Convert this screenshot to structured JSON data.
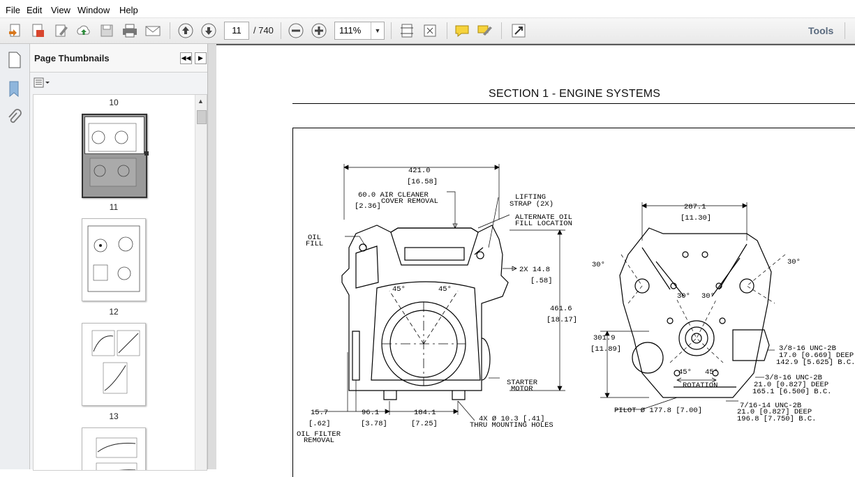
{
  "menu": [
    "File",
    "Edit",
    "View",
    "Window",
    "Help"
  ],
  "toolbar": {
    "current_page": "11",
    "page_total": "/ 740",
    "zoom": "111%",
    "tools_label": "Tools"
  },
  "panel": {
    "title": "Page Thumbnails",
    "thumbnails": [
      {
        "label": "10"
      },
      {
        "label": "11"
      },
      {
        "label": "12"
      },
      {
        "label": "13"
      }
    ]
  },
  "document": {
    "section_title": "SECTION 1 - ENGINE SYSTEMS",
    "drawing_labels": {
      "w421": "421.0",
      "w421in": "[16.58]",
      "air_a": "60.0  AIR CLEANER",
      "air_b": "COVER REMOVAL",
      "air_in": "[2.36]",
      "lift_a": "LIFTING",
      "lift_b": "STRAP (2X)",
      "alt_a": "ALTERNATE OIL",
      "alt_b": "FILL LOCATION",
      "oil_a": "OIL",
      "oil_b": "FILL",
      "x148": "2X 14.8",
      "x148in": "[.58]",
      "ang45a": "45°",
      "ang45b": "45°",
      "h461": "461.6",
      "h461in": "[18.17]",
      "starter_a": "STARTER",
      "starter_b": "MOTOR",
      "d157": "15.7",
      "d157in": "[.62]",
      "d961": "96.1",
      "d961in": "[3.78]",
      "d1841": "184.1",
      "d1841in": "[7.25]",
      "holes_a": "4X Ø 10.3 [.41]",
      "holes_b": "THRU MOUNTING HOLES",
      "filter_a": "OIL FILTER",
      "filter_b": "REMOVAL",
      "w287": "287.1",
      "w287in": "[11.30]",
      "a30l": "30°",
      "a30r": "30°",
      "a30c1": "30°",
      "a30c2": "30°",
      "h301": "301.9",
      "h301in": "[11.89]",
      "a45l": "45°",
      "a45r": "45°",
      "rotation": "ROTATION",
      "unc1a": "3/8-16 UNC-2B",
      "unc1b": "17.0 [0.669] DEEP",
      "unc1c": "142.9 [5.625] B.C.",
      "unc2a": "3/8-16 UNC-2B",
      "unc2b": "21.0 [0.827] DEEP",
      "unc2c": "165.1 [6.500] B.C.",
      "unc3a": "7/16-14 UNC-2B",
      "unc3b": "21.0 [0.827] DEEP",
      "unc3c": "196.8 [7.750] B.C.",
      "pilot": "PILOT  Ø  177.8 [7.00]"
    }
  }
}
